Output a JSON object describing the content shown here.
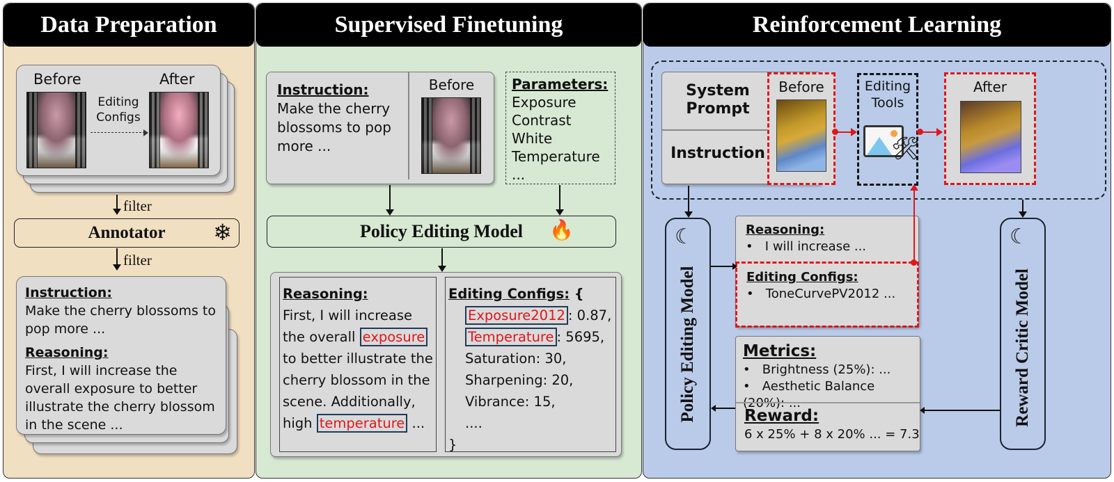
{
  "panels": {
    "data_preparation": {
      "title": "Data Preparation",
      "before_label": "Before",
      "after_label": "After",
      "editing_configs_label_1": "Editing",
      "editing_configs_label_2": "Configs",
      "filter_label_1": "filter",
      "filter_label_2": "filter",
      "annotator_label": "Annotator",
      "annotator_icon": "snowflake-icon",
      "instruction_heading": "Instruction:",
      "instruction_text": "Make the cherry blossoms to pop more ...",
      "reasoning_heading": "Reasoning:",
      "reasoning_text": "First, I will increase the overall exposure to better illustrate the cherry blossom in the scene ..."
    },
    "supervised_finetuning": {
      "title": "Supervised Finetuning",
      "instruction_heading": "Instruction:",
      "instruction_text": "Make the cherry blossoms to pop more ...",
      "before_label": "Before",
      "parameters_heading": "Parameters:",
      "parameters": [
        "Exposure",
        "Contrast",
        "White",
        "Temperature",
        "..."
      ],
      "model_label": "Policy Editing Model",
      "model_icon": "fire-icon",
      "reasoning_heading": "Reasoning:",
      "reasoning_parts": {
        "p1": "First, I will increase the overall ",
        "hl1": "exposure",
        "p2": " to better illustrate the cherry blossom in the scene. Additionally, high ",
        "hl2": "temperature",
        "p3": " ..."
      },
      "configs_heading": "Editing Configs:",
      "configs_open": " {",
      "configs": [
        {
          "key": "Exposure2012",
          "value": ": 0.87,",
          "highlight": true
        },
        {
          "key": "Temperature",
          "value": ": 5695,",
          "highlight": true
        },
        {
          "key": "Saturation",
          "value": ": 30,",
          "highlight": false
        },
        {
          "key": "Sharpening",
          "value": ": 20,",
          "highlight": false
        },
        {
          "key": "Vibrance",
          "value": ": 15,",
          "highlight": false
        }
      ],
      "configs_ellipsis": "....",
      "configs_close": "}"
    },
    "reinforcement_learning": {
      "title": "Reinforcement Learning",
      "system_prompt_label": "System Prompt",
      "instruction_label": "Instruction",
      "before_label": "Before",
      "editing_tools_label": "Editing Tools",
      "editing_tools_icon": "image-tools-icon",
      "after_label": "After",
      "policy_model_label": "Policy Editing Model",
      "reward_model_label": "Reward Critic Model",
      "reasoning_heading": "Reasoning:",
      "reasoning_item": "I will increase  ...",
      "configs_heading": "Editing Configs:",
      "configs_item": "ToneCurvePV2012 ...",
      "metrics_heading": "Metrics:",
      "metrics": [
        "Brightness (25%): ...",
        "Aesthetic Balance (20%): ..."
      ],
      "reward_heading": "Reward:",
      "reward_formula": "6 x 25% + 8 x 20% ... = 7.3"
    }
  },
  "colors": {
    "data_prep_bg": "#f1dfc2",
    "sft_bg": "#d7e8d3",
    "rl_bg": "#b9cbe8",
    "highlight_red": "#e0161c",
    "header_bg": "#000000"
  }
}
